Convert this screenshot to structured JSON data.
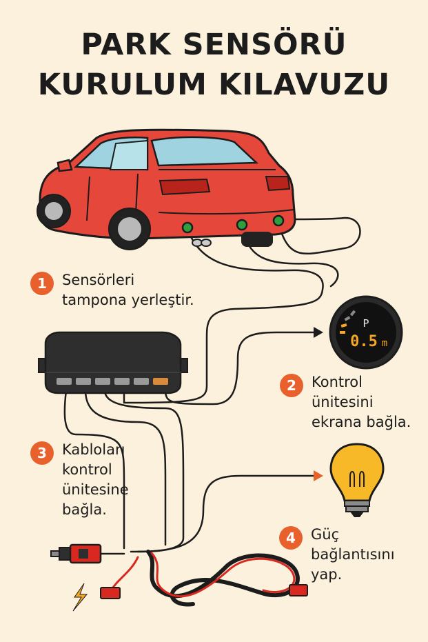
{
  "title": {
    "line1": "PARK SENSÖRÜ",
    "line2": "KURULUM KILAVUZU"
  },
  "steps": [
    {
      "number": "1",
      "lines": [
        "Sensörleri",
        "tampona yerleştir."
      ]
    },
    {
      "number": "2",
      "lines": [
        "Kontrol",
        "ünitesini",
        "ekrana bağla."
      ]
    },
    {
      "number": "3",
      "lines": [
        "Kabloları",
        "kontrol",
        "ünitesine",
        "bağla."
      ]
    },
    {
      "number": "4",
      "lines": [
        "Güç",
        "bağlantısını",
        "yap."
      ]
    }
  ],
  "display": {
    "gear_label": "P",
    "distance": "0.5",
    "unit": "m"
  },
  "colors": {
    "background": "#fbf1dc",
    "car_body": "#e5473b",
    "badge": "#e8602c",
    "sensor": "#2e9e3e",
    "display_accent": "#f5a623",
    "bulb": "#f7b928",
    "cable_red": "#d8281f"
  }
}
